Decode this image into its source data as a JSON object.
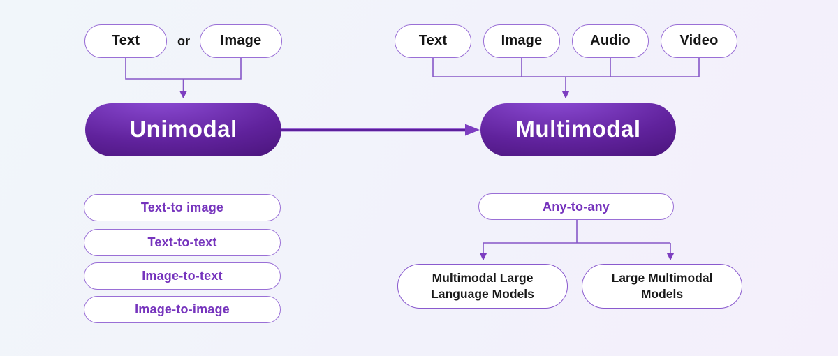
{
  "diagram": {
    "left": {
      "inputs": [
        "Text",
        "Image"
      ],
      "or_label": "or",
      "node_label": "Unimodal",
      "modes": [
        "Text-to image",
        "Text-to-text",
        "Image-to-text",
        "Image-to-image"
      ]
    },
    "right": {
      "inputs": [
        "Text",
        "Image",
        "Audio",
        "Video"
      ],
      "node_label": "Multimodal",
      "mode": "Any-to-any",
      "models": [
        "Multimodal Large Language Models",
        "Large Multimodal Models"
      ]
    },
    "colors": {
      "background_start": "#f1f6fa",
      "background_end": "#f4effb",
      "connector": "#8757c8",
      "arrowhead": "#7d3ec0",
      "main_arrow_core": "#5b1f9b",
      "main_arrow_outer": "#9a66d2",
      "node_gradient_light": "#8f4ed8",
      "node_gradient_dark": "#3e0d69",
      "node_text": "#ffffff",
      "purple_text": "#7634bd",
      "pill_border": "#9a6fd6",
      "black_text": "#151515"
    }
  }
}
